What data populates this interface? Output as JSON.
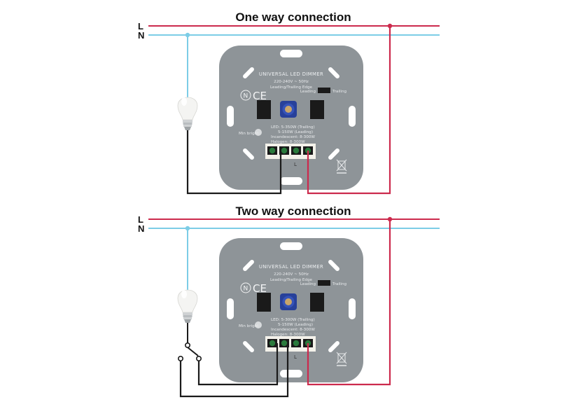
{
  "colors": {
    "live": "#cc2a4d",
    "neutral": "#7ccde6",
    "load_wire": "#1a1a1a",
    "plate": "#8e9498"
  },
  "line_labels": {
    "live": "L",
    "neutral": "N"
  },
  "diagrams": [
    {
      "title": "One way connection",
      "dimmer": {
        "title": "UNIVERSAL LED DIMMER",
        "rating": "220-240V ~ 50Hz",
        "mode": "Leading/Trailing Edge",
        "switch_left": "Leading",
        "switch_right": "Trailing",
        "min_label": "Min bright",
        "spec_1": "LED: 5-350W (Trailing)",
        "spec_2": "5-150W (Leading)",
        "spec_3": "Incandescent: 8-300W",
        "spec_4": "Halogen: 8-300W",
        "term_l": "L"
      }
    },
    {
      "title": "Two way connection",
      "dimmer": {
        "title": "UNIVERSAL LED DIMMER",
        "rating": "220-240V ~ 50Hz",
        "mode": "Leading/Trailing Edge",
        "switch_left": "Leading",
        "switch_right": "Trailing",
        "min_label": "Min bright",
        "spec_1": "LED: 5-300W (Trailing)",
        "spec_2": "5-150W (Leading)",
        "spec_3": "Incandescent: 8-300W",
        "spec_4": "Halogen: 8-300W",
        "term_l": "L"
      }
    }
  ]
}
